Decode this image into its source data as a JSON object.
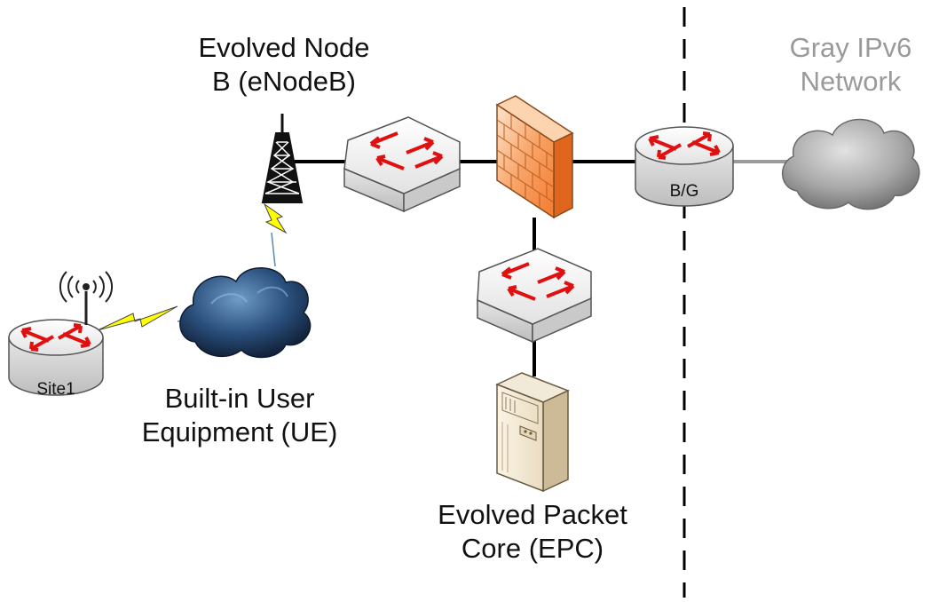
{
  "diagram": {
    "labels": {
      "enodeb": [
        "Evolved Node",
        "B (eNodeB)"
      ],
      "ue": [
        "Built-in User",
        "Equipment (UE)"
      ],
      "epc": [
        "Evolved Packet",
        "Core (EPC)"
      ],
      "gray_network": [
        "Gray IPv6",
        "Network"
      ]
    },
    "device_labels": {
      "site1": "Site1",
      "border_gateway": "B/G"
    },
    "icons": {
      "site1": "router-icon",
      "wireless": "wireless-signal-icon",
      "ue_cloud": "cloud-icon",
      "enodeb": "cell-tower-icon",
      "switch_top": "switch-icon",
      "firewall": "firewall-icon",
      "switch_bottom": "switch-icon",
      "epc": "server-icon",
      "border_gateway": "router-icon",
      "gray_cloud": "cloud-icon"
    },
    "colors": {
      "link": "#000000",
      "gray_link": "#9a9a9a",
      "gray_text": "#9a9a9a",
      "arrows": "#e01010",
      "lightning": "#ffff00",
      "firewall": "#f5823a",
      "ue_cloud": "#1d3e66",
      "gray_cloud": "#9c9c9c",
      "boundary": "#000000"
    }
  }
}
